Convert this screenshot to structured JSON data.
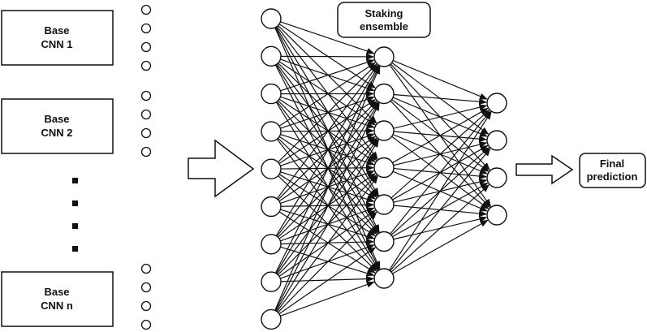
{
  "base_models": [
    {
      "line1": "Base",
      "line2": "CNN 1"
    },
    {
      "line1": "Base",
      "line2": "CNN 2"
    },
    {
      "line1": "Base",
      "line2": "CNN n"
    }
  ],
  "stacking_box": {
    "line1": "Staking",
    "line2": "ensemble"
  },
  "final_box": {
    "line1": "Final",
    "line2": "prediction"
  },
  "network": {
    "layers": [
      9,
      7,
      4
    ],
    "connections": "fully-connected"
  },
  "colors": {
    "stroke": "#111111",
    "fill": "#ffffff",
    "text": "#111111"
  }
}
